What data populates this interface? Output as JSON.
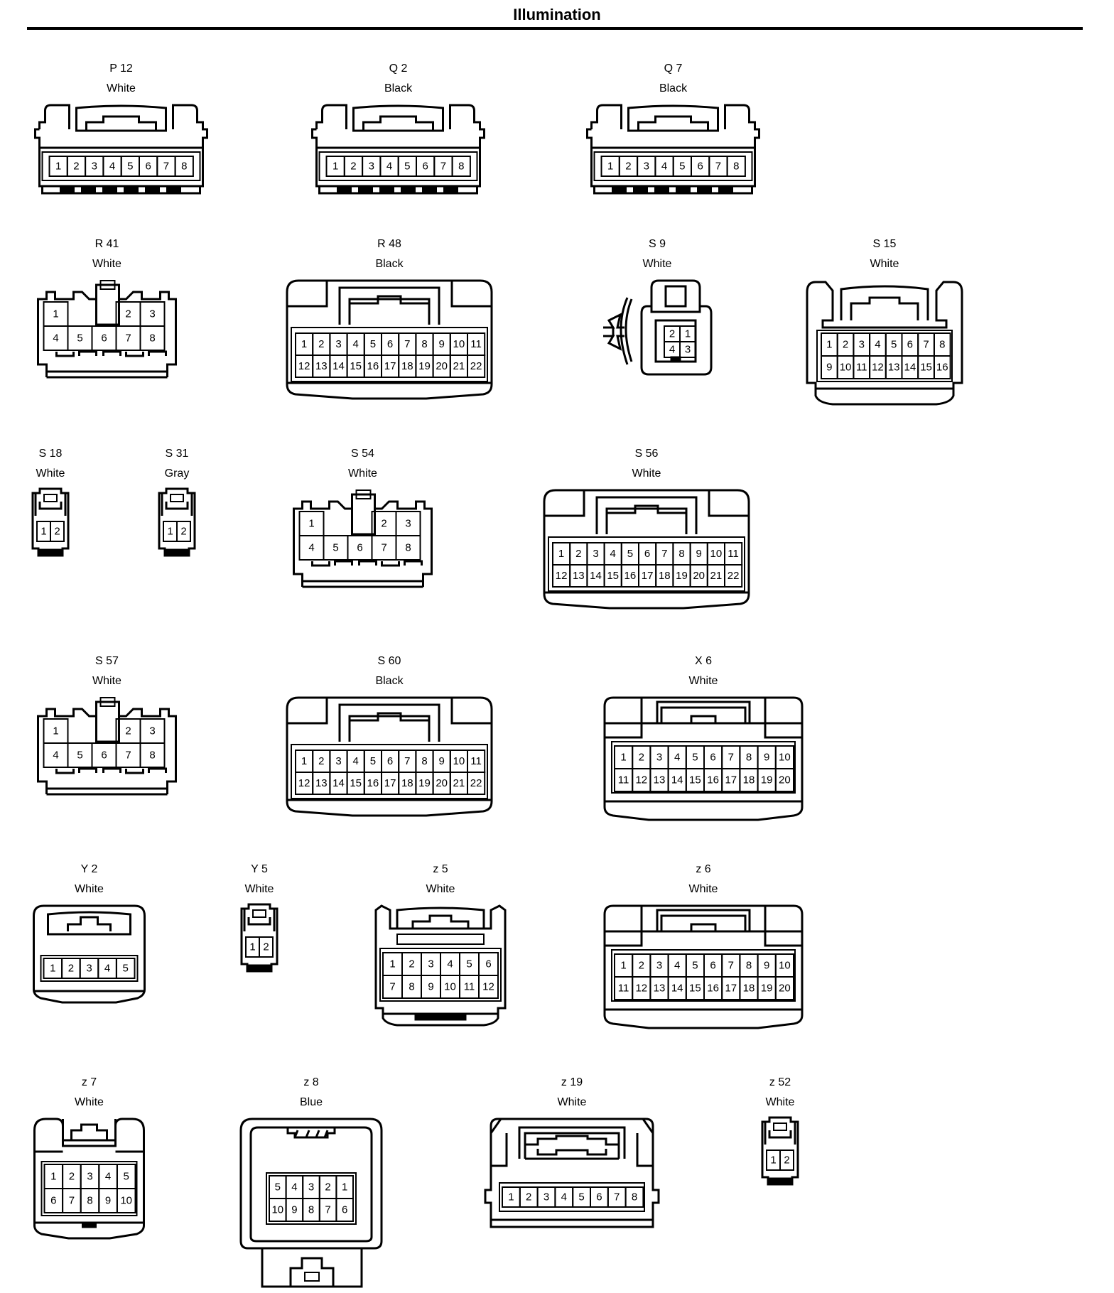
{
  "title": "Illumination",
  "connectors": [
    {
      "key": "p12",
      "id": "P 12",
      "color": "White",
      "style": "A",
      "rows": [
        [
          "1",
          "2",
          "3",
          "4",
          "5",
          "6",
          "7",
          "8"
        ]
      ]
    },
    {
      "key": "q2",
      "id": "Q 2",
      "color": "Black",
      "style": "A",
      "rows": [
        [
          "1",
          "2",
          "3",
          "4",
          "5",
          "6",
          "7",
          "8"
        ]
      ]
    },
    {
      "key": "q7",
      "id": "Q 7",
      "color": "Black",
      "style": "A",
      "rows": [
        [
          "1",
          "2",
          "3",
          "4",
          "5",
          "6",
          "7",
          "8"
        ]
      ]
    },
    {
      "key": "r41",
      "id": "R 41",
      "color": "White",
      "style": "B",
      "rows": [
        [
          "1",
          "",
          "",
          "2",
          "3"
        ],
        [
          "4",
          "5",
          "6",
          "7",
          "8"
        ]
      ]
    },
    {
      "key": "r48",
      "id": "R 48",
      "color": "Black",
      "style": "C",
      "rows": [
        [
          "1",
          "2",
          "3",
          "4",
          "5",
          "6",
          "7",
          "8",
          "9",
          "10",
          "11"
        ],
        [
          "12",
          "13",
          "14",
          "15",
          "16",
          "17",
          "18",
          "19",
          "20",
          "21",
          "22"
        ]
      ]
    },
    {
      "key": "s9",
      "id": "S 9",
      "color": "White",
      "style": "D",
      "rows": [
        [
          "2",
          "1"
        ],
        [
          "4",
          "3"
        ]
      ]
    },
    {
      "key": "s15",
      "id": "S 15",
      "color": "White",
      "style": "E",
      "rows": [
        [
          "1",
          "2",
          "3",
          "4",
          "5",
          "6",
          "7",
          "8"
        ],
        [
          "9",
          "10",
          "11",
          "12",
          "13",
          "14",
          "15",
          "16"
        ]
      ]
    },
    {
      "key": "s18",
      "id": "S 18",
      "color": "White",
      "style": "F",
      "rows": [
        [
          "1",
          "2"
        ]
      ]
    },
    {
      "key": "s31",
      "id": "S 31",
      "color": "Gray",
      "style": "F",
      "rows": [
        [
          "1",
          "2"
        ]
      ]
    },
    {
      "key": "s54",
      "id": "S 54",
      "color": "White",
      "style": "B",
      "rows": [
        [
          "1",
          "",
          "",
          "2",
          "3"
        ],
        [
          "4",
          "5",
          "6",
          "7",
          "8"
        ]
      ]
    },
    {
      "key": "s56",
      "id": "S 56",
      "color": "White",
      "style": "C",
      "rows": [
        [
          "1",
          "2",
          "3",
          "4",
          "5",
          "6",
          "7",
          "8",
          "9",
          "10",
          "11"
        ],
        [
          "12",
          "13",
          "14",
          "15",
          "16",
          "17",
          "18",
          "19",
          "20",
          "21",
          "22"
        ]
      ]
    },
    {
      "key": "s57",
      "id": "S 57",
      "color": "White",
      "style": "B",
      "rows": [
        [
          "1",
          "",
          "",
          "2",
          "3"
        ],
        [
          "4",
          "5",
          "6",
          "7",
          "8"
        ]
      ]
    },
    {
      "key": "s60",
      "id": "S 60",
      "color": "Black",
      "style": "C",
      "rows": [
        [
          "1",
          "2",
          "3",
          "4",
          "5",
          "6",
          "7",
          "8",
          "9",
          "10",
          "11"
        ],
        [
          "12",
          "13",
          "14",
          "15",
          "16",
          "17",
          "18",
          "19",
          "20",
          "21",
          "22"
        ]
      ]
    },
    {
      "key": "x6",
      "id": "X 6",
      "color": "White",
      "style": "G",
      "rows": [
        [
          "1",
          "2",
          "3",
          "4",
          "5",
          "6",
          "7",
          "8",
          "9",
          "10"
        ],
        [
          "11",
          "12",
          "13",
          "14",
          "15",
          "16",
          "17",
          "18",
          "19",
          "20"
        ]
      ]
    },
    {
      "key": "y2",
      "id": "Y 2",
      "color": "White",
      "style": "H",
      "rows": [
        [
          "1",
          "2",
          "3",
          "4",
          "5"
        ]
      ]
    },
    {
      "key": "y5",
      "id": "Y 5",
      "color": "White",
      "style": "F",
      "rows": [
        [
          "1",
          "2"
        ]
      ]
    },
    {
      "key": "z5",
      "id": "z 5",
      "color": "White",
      "style": "I",
      "rows": [
        [
          "1",
          "2",
          "3",
          "4",
          "5",
          "6"
        ],
        [
          "7",
          "8",
          "9",
          "10",
          "11",
          "12"
        ]
      ]
    },
    {
      "key": "z6",
      "id": "z 6",
      "color": "White",
      "style": "G",
      "rows": [
        [
          "1",
          "2",
          "3",
          "4",
          "5",
          "6",
          "7",
          "8",
          "9",
          "10"
        ],
        [
          "11",
          "12",
          "13",
          "14",
          "15",
          "16",
          "17",
          "18",
          "19",
          "20"
        ]
      ]
    },
    {
      "key": "z7",
      "id": "z 7",
      "color": "White",
      "style": "J",
      "rows": [
        [
          "1",
          "2",
          "3",
          "4",
          "5"
        ],
        [
          "6",
          "7",
          "8",
          "9",
          "10"
        ]
      ]
    },
    {
      "key": "z8",
      "id": "z 8",
      "color": "Blue",
      "style": "K",
      "rows": [
        [
          "5",
          "4",
          "3",
          "2",
          "1"
        ],
        [
          "10",
          "9",
          "8",
          "7",
          "6"
        ]
      ]
    },
    {
      "key": "z19",
      "id": "z 19",
      "color": "White",
      "style": "L",
      "rows": [
        [
          "1",
          "2",
          "3",
          "4",
          "5",
          "6",
          "7",
          "8"
        ]
      ]
    },
    {
      "key": "z52",
      "id": "z 52",
      "color": "White",
      "style": "F",
      "rows": [
        [
          "1",
          "2"
        ]
      ]
    }
  ]
}
